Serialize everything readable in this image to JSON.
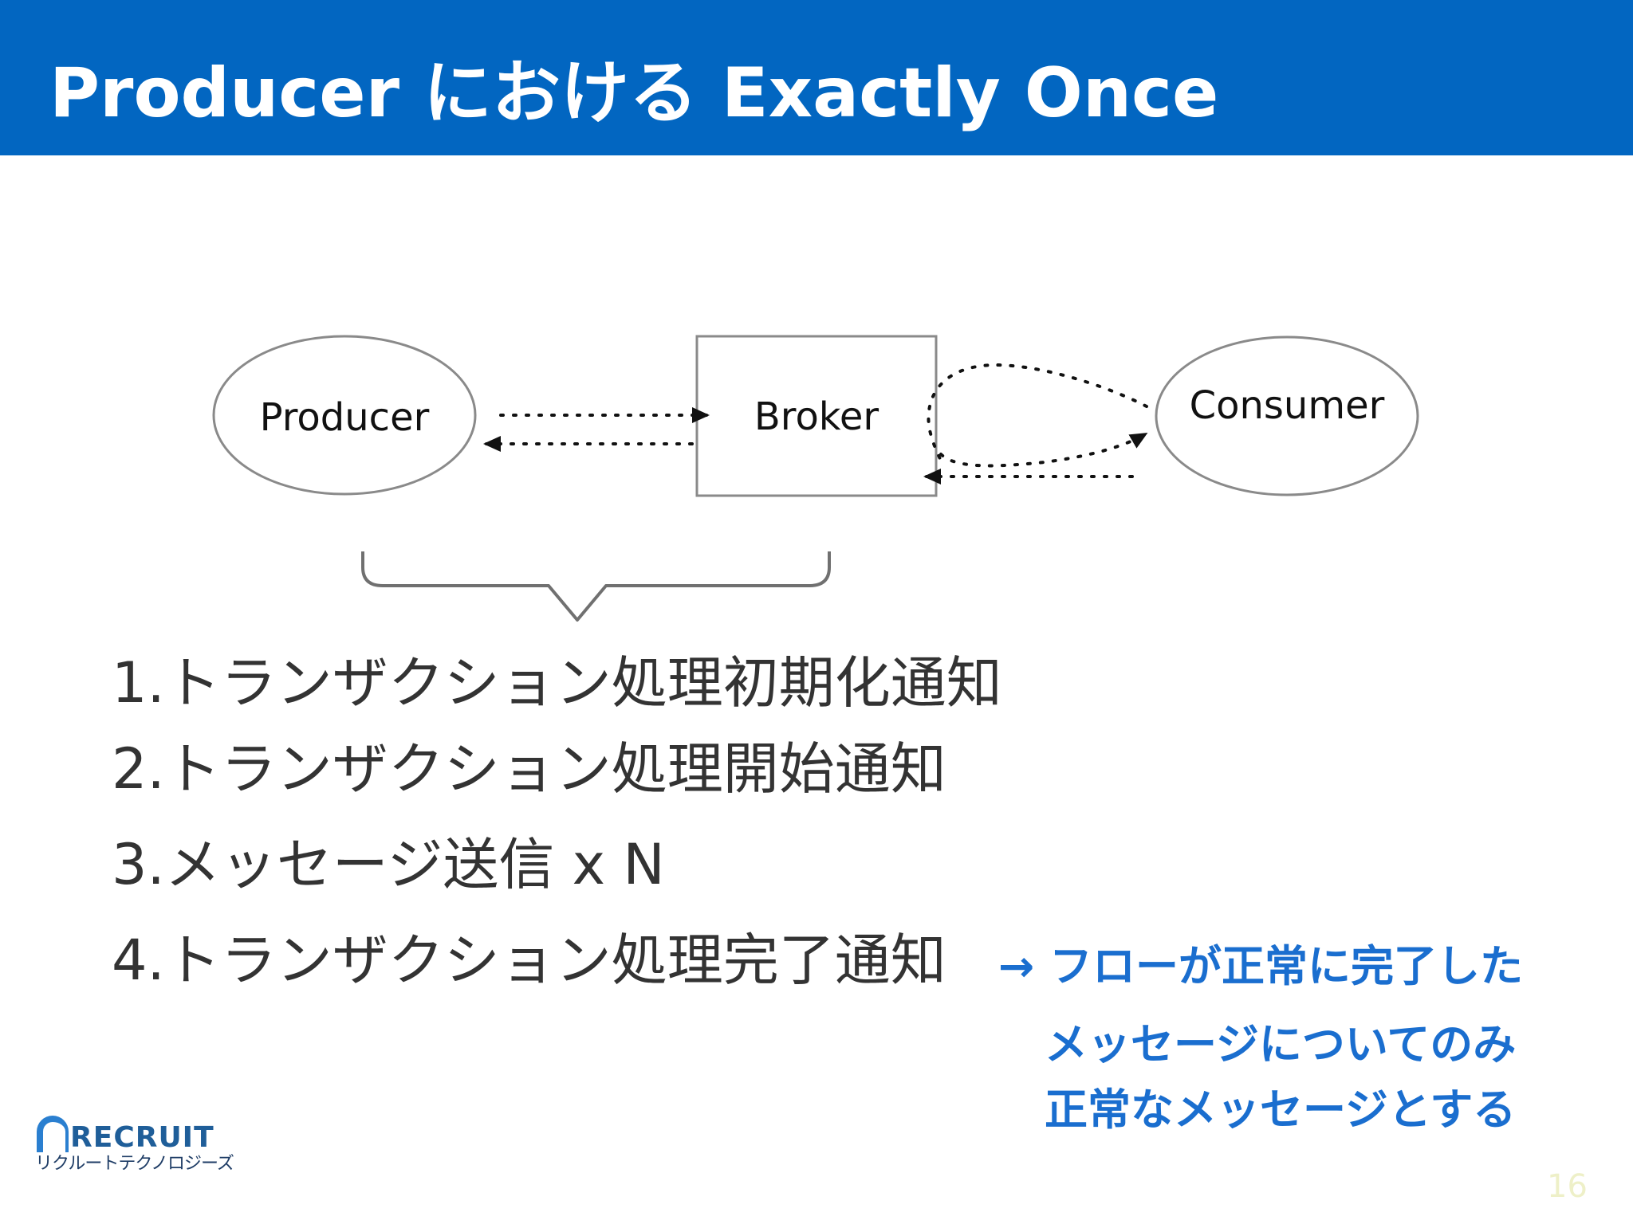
{
  "header": {
    "title": "Producer における Exactly Once",
    "background": "#0266c1"
  },
  "diagram": {
    "producer_label": "Producer",
    "broker_label": "Broker",
    "consumer_label": "Consumer"
  },
  "steps": [
    "1.トランザクション処理初期化通知",
    "2.トランザクション処理開始通知",
    "3.メッセージ送信 x N",
    "4.トランザクション処理完了通知"
  ],
  "note": {
    "line1": "→ フローが正常に完了した",
    "line2": "メッセージについてのみ",
    "line3": "正常なメッセージとする",
    "color": "#1a6ecf"
  },
  "logo": {
    "word": "RECRUIT",
    "sub": "リクルートテクノロジーズ"
  },
  "page_number": "16"
}
